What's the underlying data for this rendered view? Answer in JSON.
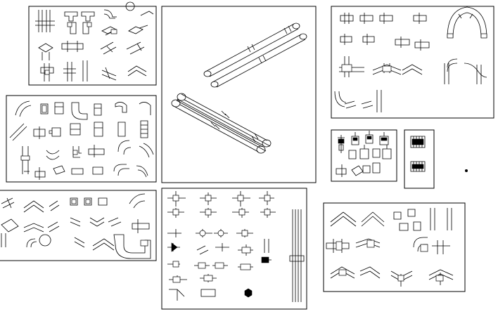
{
  "drawing": {
    "background": "#ffffff",
    "line_color": "#000000",
    "panels": [
      {
        "id": "top-left-fittings",
        "kind": "isometric-fittings"
      },
      {
        "id": "center-parallel-pipes",
        "kind": "isometric-pipe-runs"
      },
      {
        "id": "top-right-elbows",
        "kind": "isometric-elbows-tees"
      },
      {
        "id": "left-middle-fittings",
        "kind": "isometric-fittings"
      },
      {
        "id": "small-valves",
        "kind": "isometric-valves"
      },
      {
        "id": "small-detail",
        "kind": "isometric-detail"
      },
      {
        "id": "left-bottom-fittings",
        "kind": "isometric-fittings"
      },
      {
        "id": "bottom-center-symbols",
        "kind": "plan-symbols"
      },
      {
        "id": "bottom-right-fittings",
        "kind": "isometric-fittings"
      }
    ]
  }
}
